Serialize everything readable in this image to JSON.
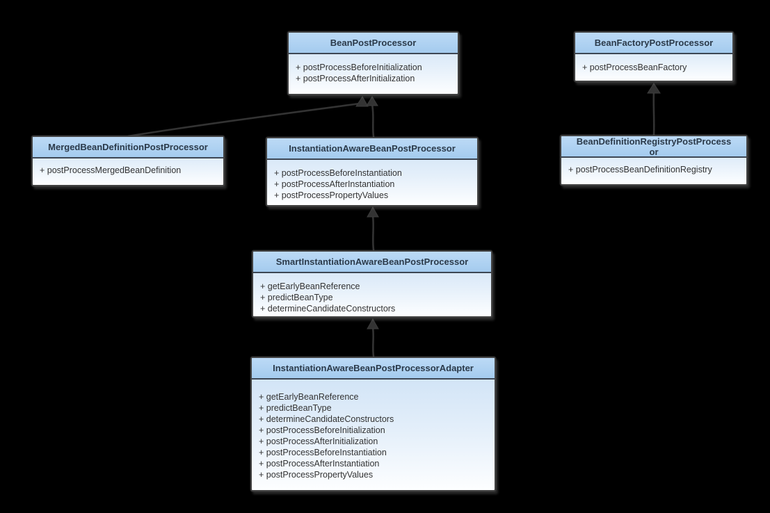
{
  "diagram_type": "uml-class-diagram",
  "colors": {
    "background": "#000000",
    "box_border": "#414141",
    "title_gradient_top": "#bcdaf6",
    "title_gradient_bottom": "#a4cbee",
    "body_gradient_top": "#cbe0f5",
    "body_gradient_bottom": "#fdfeff",
    "title_text": "#2b3a4a",
    "method_text": "#333333",
    "title_separator": "#3d4754",
    "connector": "#333333"
  },
  "classes": [
    {
      "name": "BeanPostProcessor",
      "methods": [
        "+ postProcessBeforeInitialization",
        "+ postProcessAfterInitialization"
      ]
    },
    {
      "name": "BeanFactoryPostProcessor",
      "methods": [
        "+ postProcessBeanFactory"
      ]
    },
    {
      "name": "MergedBeanDefinitionPostProcessor",
      "methods": [
        "+ postProcessMergedBeanDefinition"
      ]
    },
    {
      "name": "InstantiationAwareBeanPostProcessor",
      "methods": [
        "+ postProcessBeforeInstantiation",
        "+ postProcessAfterInstantiation",
        "+ postProcessPropertyValues"
      ]
    },
    {
      "name": "BeanDefinitionRegistryPostProcessor",
      "methods": [
        "+ postProcessBeanDefinitionRegistry"
      ]
    },
    {
      "name": "SmartInstantiationAwareBeanPostProcessor",
      "methods": [
        "+ getEarlyBeanReference",
        "+ predictBeanType",
        "+ determineCandidateConstructors"
      ]
    },
    {
      "name": "InstantiationAwareBeanPostProcessorAdapter",
      "methods": [
        "+ getEarlyBeanReference",
        "+ predictBeanType",
        "+ determineCandidateConstructors",
        "+ postProcessBeforeInitialization",
        "+ postProcessAfterInitialization",
        "+ postProcessBeforeInstantiation",
        "+ postProcessAfterInstantiation",
        "+ postProcessPropertyValues"
      ]
    }
  ],
  "relations": [
    {
      "from": "MergedBeanDefinitionPostProcessor",
      "to": "BeanPostProcessor",
      "kind": "generalization-arrow-up"
    },
    {
      "from": "InstantiationAwareBeanPostProcessor",
      "to": "BeanPostProcessor",
      "kind": "generalization-arrow-up"
    },
    {
      "from": "BeanDefinitionRegistryPostProcessor",
      "to": "BeanFactoryPostProcessor",
      "kind": "generalization-arrow-up"
    },
    {
      "from": "SmartInstantiationAwareBeanPostProcessor",
      "to": "InstantiationAwareBeanPostProcessor",
      "kind": "generalization-arrow-up"
    },
    {
      "from": "InstantiationAwareBeanPostProcessorAdapter",
      "to": "SmartInstantiationAwareBeanPostProcessor",
      "kind": "generalization-arrow-up"
    }
  ]
}
